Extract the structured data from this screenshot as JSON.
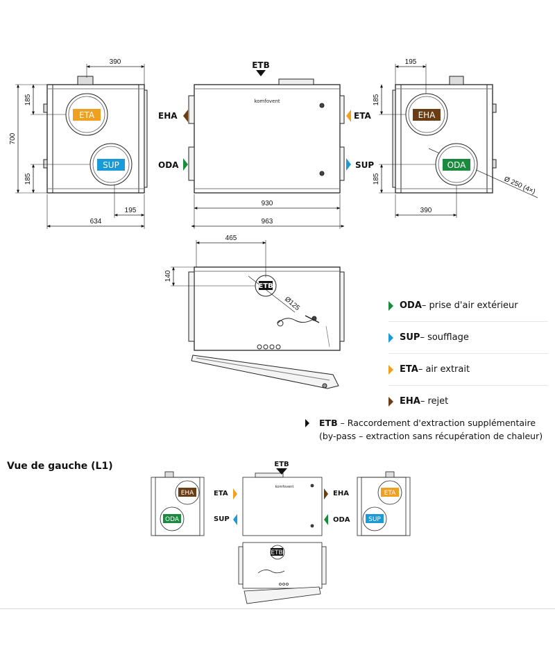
{
  "brand": "komfovent",
  "ports": {
    "eta": "ETA",
    "sup": "SUP",
    "eha": "EHA",
    "oda": "ODA",
    "etb": "ETB"
  },
  "colors": {
    "eta": "#f0a020",
    "sup": "#1a9ad6",
    "eha": "#6b3d14",
    "oda": "#1a8a3e",
    "etb": "#111111"
  },
  "dimensions": {
    "left_top": "390",
    "left_upper": "185",
    "left_height": "700",
    "left_lower": "185",
    "left_bottom_small": "195",
    "left_bottom_width": "634",
    "front_inner": "930",
    "front_outer": "963",
    "right_top": "195",
    "right_upper": "185",
    "right_lower": "185",
    "right_bottom": "390",
    "diameter_4": "Ø 250 (4×)",
    "top_offset": "465",
    "top_depth": "140",
    "etb_diameter": "Ø125"
  },
  "legend": [
    {
      "code": "ODA",
      "text": " – prise d'air extérieur",
      "color": "#1a8a3e"
    },
    {
      "code": "SUP",
      "text": " – soufflage",
      "color": "#1a9ad6"
    },
    {
      "code": "ETA",
      "text": " – air extrait",
      "color": "#f0a020"
    },
    {
      "code": "EHA",
      "text": " – rejet",
      "color": "#6b3d14"
    }
  ],
  "etb_note": {
    "code": "ETB",
    "line1": " – Raccordement d'extraction supplémentaire",
    "line2": "(by-pass – extraction sans récupération de chaleur)"
  },
  "view_title": "Vue de gauche (L1)"
}
